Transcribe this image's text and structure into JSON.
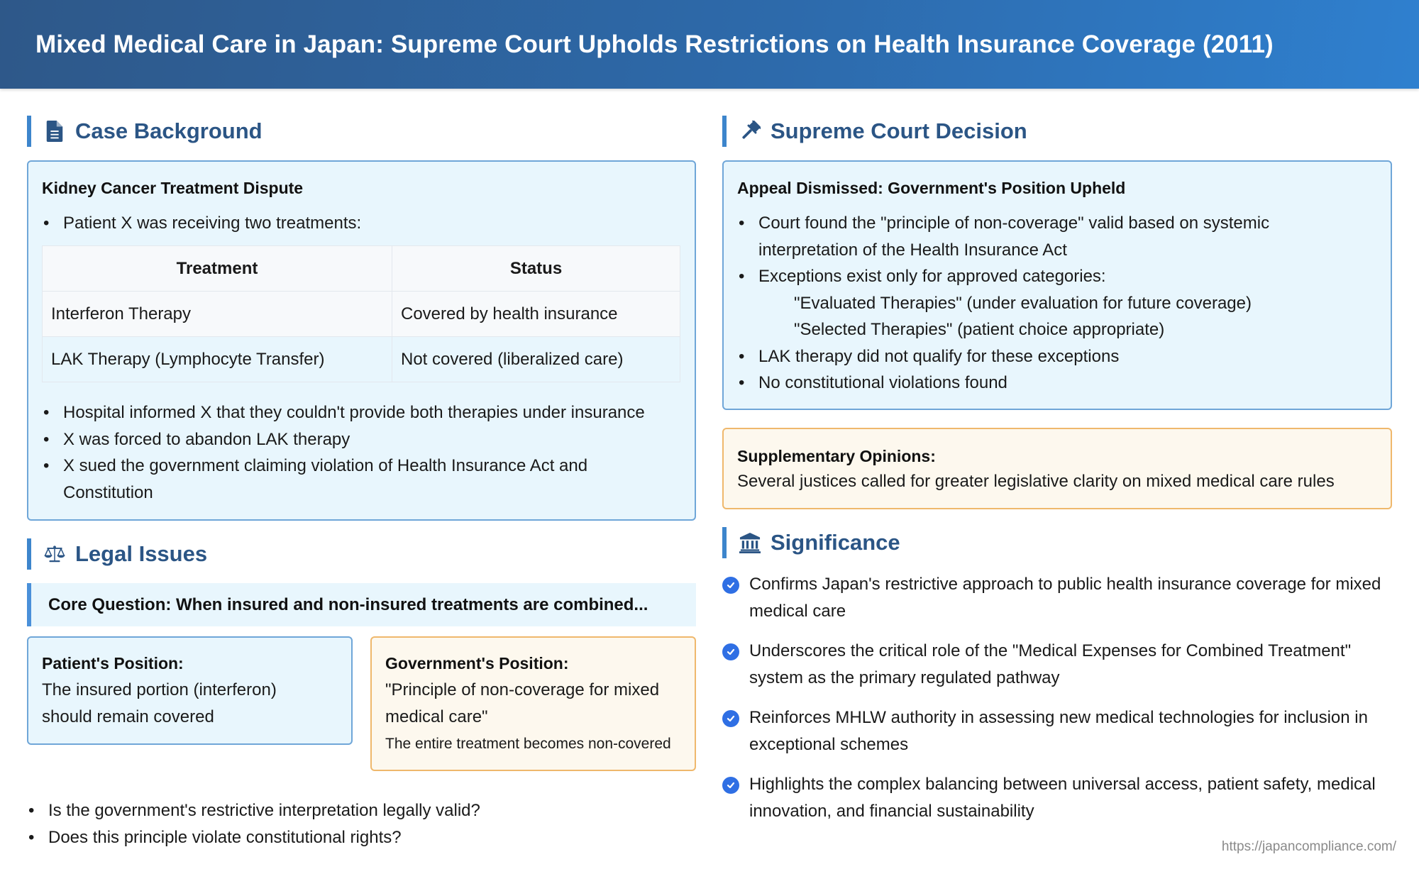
{
  "header": {
    "title": "Mixed Medical Care in Japan: Supreme Court Upholds Restrictions on Health Insurance Coverage (2011)"
  },
  "case_background": {
    "section_title": "Case Background",
    "icon": "file-document-icon",
    "box_title": "Kidney Cancer Treatment Dispute",
    "intro_bullet": "Patient X was receiving two treatments:",
    "table": {
      "headers": [
        "Treatment",
        "Status"
      ],
      "rows": [
        [
          "Interferon Therapy",
          "Covered by health insurance"
        ],
        [
          "LAK Therapy (Lymphocyte Transfer)",
          "Not covered (liberalized care)"
        ]
      ]
    },
    "bullets": [
      "Hospital informed X that they couldn't provide both therapies under insurance",
      "X was forced to abandon LAK therapy",
      "X sued the government claiming violation of Health Insurance Act and Constitution"
    ]
  },
  "legal_issues": {
    "section_title": "Legal Issues",
    "icon": "scales-icon",
    "core_question": "Core Question: When insured and non-insured treatments are combined...",
    "patient_position": {
      "title": "Patient's Position:",
      "text": "The insured portion (interferon) should remain covered"
    },
    "government_position": {
      "title": "Government's Position:",
      "text": "\"Principle of non-coverage for mixed medical care\"",
      "subtext": "The entire treatment becomes non-covered"
    },
    "questions": [
      "Is the government's restrictive interpretation legally valid?",
      "Does this principle violate constitutional rights?"
    ]
  },
  "decision": {
    "section_title": "Supreme Court Decision",
    "icon": "gavel-icon",
    "box_title": "Appeal Dismissed: Government's Position Upheld",
    "bullets": [
      {
        "text": "Court found the \"principle of non-coverage\" valid based on systemic interpretation of the Health Insurance Act",
        "sub": false
      },
      {
        "text": "Exceptions exist only for approved categories:",
        "sub": false
      },
      {
        "text": "\"Evaluated Therapies\" (under evaluation for future coverage)",
        "sub": true
      },
      {
        "text": "\"Selected Therapies\" (patient choice appropriate)",
        "sub": true
      },
      {
        "text": "LAK therapy did not qualify for these exceptions",
        "sub": false
      },
      {
        "text": "No constitutional violations found",
        "sub": false
      }
    ],
    "supplementary": {
      "title": "Supplementary Opinions:",
      "text": "Several justices called for greater legislative clarity on mixed medical care rules"
    }
  },
  "significance": {
    "section_title": "Significance",
    "icon": "landmark-icon",
    "items": [
      "Confirms Japan's restrictive approach to public health insurance coverage for mixed medical care",
      "Underscores the critical role of the \"Medical Expenses for Combined Treatment\" system as the primary regulated pathway",
      "Reinforces MHLW authority in assessing new medical technologies for inclusion in exceptional schemes",
      "Highlights the complex balancing between universal access, patient safety, medical innovation, and financial sustainability"
    ]
  },
  "footer": {
    "url": "https://japancompliance.com/"
  },
  "colors": {
    "header_gradient_start": "#2e5889",
    "header_gradient_end": "#2f80cf",
    "section_title": "#2b5585",
    "accent_bar": "#3d85cc",
    "blue_box_bg": "#e8f6fd",
    "blue_box_border": "#6fa6d8",
    "orange_box_bg": "#fdf8ee",
    "orange_box_border": "#efb86c",
    "check_icon": "#2f6fe4"
  }
}
